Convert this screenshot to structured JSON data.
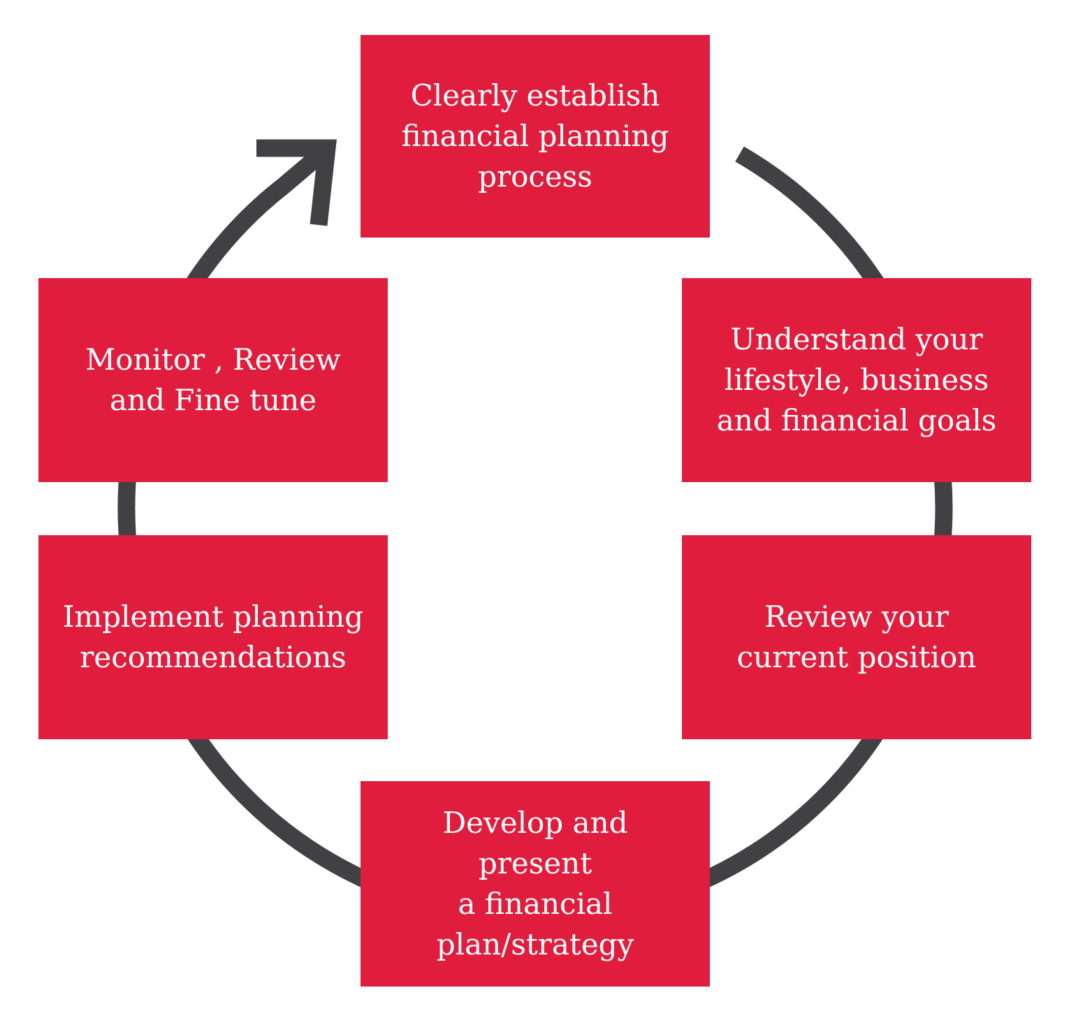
{
  "colors": {
    "box_fill": "#e11d3e",
    "box_text": "#ffffff",
    "ring": "#414042",
    "background": "#ffffff"
  },
  "steps": [
    {
      "label": "Clearly establish\nfinancial planning\nprocess"
    },
    {
      "label": "Understand your\nlifestyle, business\nand financial goals"
    },
    {
      "label": "Review your\ncurrent position"
    },
    {
      "label": "Develop and present\na financial\nplan/strategy"
    },
    {
      "label": "Implement planning\nrecommendations"
    },
    {
      "label": "Monitor , Review\nand Fine tune"
    }
  ],
  "arrow": {
    "icon": "arrowhead-icon"
  }
}
